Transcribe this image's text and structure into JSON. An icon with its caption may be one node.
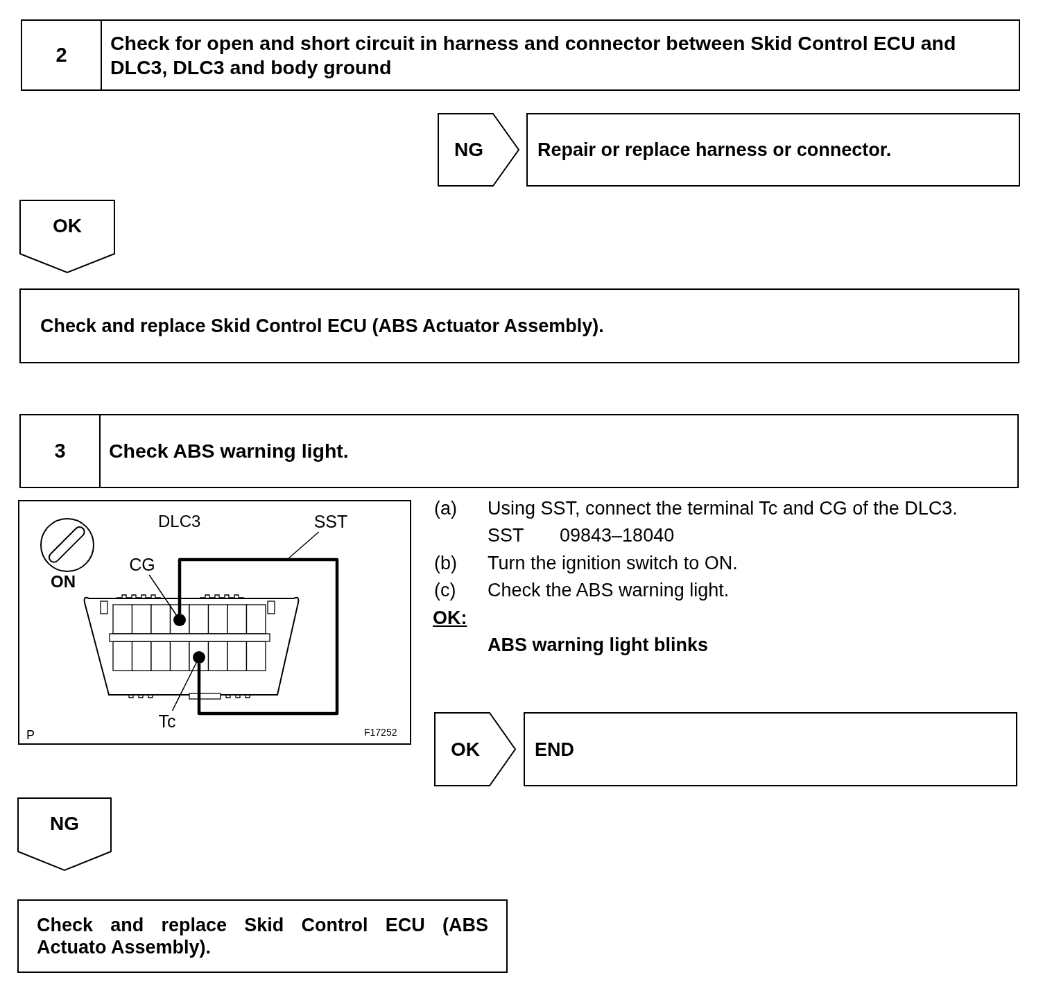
{
  "diagram": {
    "nodes": [
      {
        "text": [
          "2",
          "Check for open and short circuit in harness and connector between Skid Control ECU and DLC3, DLC3 and body ground"
        ]
      },
      {
        "text": [
          "NG"
        ]
      },
      {
        "text": [
          "Repair or replace harness or connector."
        ]
      },
      {
        "text": [
          "OK"
        ]
      },
      {
        "text": [
          "Check and replace Skid Control ECU (ABS Actuator Assembly)."
        ]
      },
      {
        "text": [
          "3",
          "Check ABS warning light."
        ]
      },
      {
        "text": [],
        "shape": "picture"
      },
      {
        "text": [
          "SST"
        ],
        "in": 6
      },
      {
        "text": [
          "CG"
        ],
        "in": 6
      },
      {
        "text": [
          "Tc"
        ],
        "in": 6
      },
      {
        "text": [],
        "shape": "circle",
        "in": 6
      },
      {
        "text": [],
        "shape": "circle",
        "in": 6
      },
      {
        "text": [
          "OK"
        ]
      },
      {
        "text": [
          "END"
        ]
      },
      {
        "text": [
          "NG"
        ]
      },
      {
        "text": [
          "Check and replace Skid Control ECU (ABS Actuato Assembly)."
        ]
      }
    ],
    "edges": [
      {
        "from": 8,
        "to": 10,
        "arrow": "none"
      },
      {
        "from": 9,
        "to": 11,
        "arrow": "none"
      },
      {
        "from": 7,
        "to": null,
        "arrow": "none"
      },
      {
        "from": 10,
        "to": 11,
        "arrow": "none",
        "style": "thick"
      }
    ],
    "labels": [
      "DLC3",
      "ON",
      "P",
      "F17252",
      "(a)",
      "Using SST, connect the terminal Tc and CG of the DLC3.",
      "SST",
      "09843–18040",
      "(b)",
      "Turn the ignition switch to ON.",
      "(c)",
      "Check the ABS warning light.",
      "OK:",
      "ABS warning light blinks"
    ]
  }
}
